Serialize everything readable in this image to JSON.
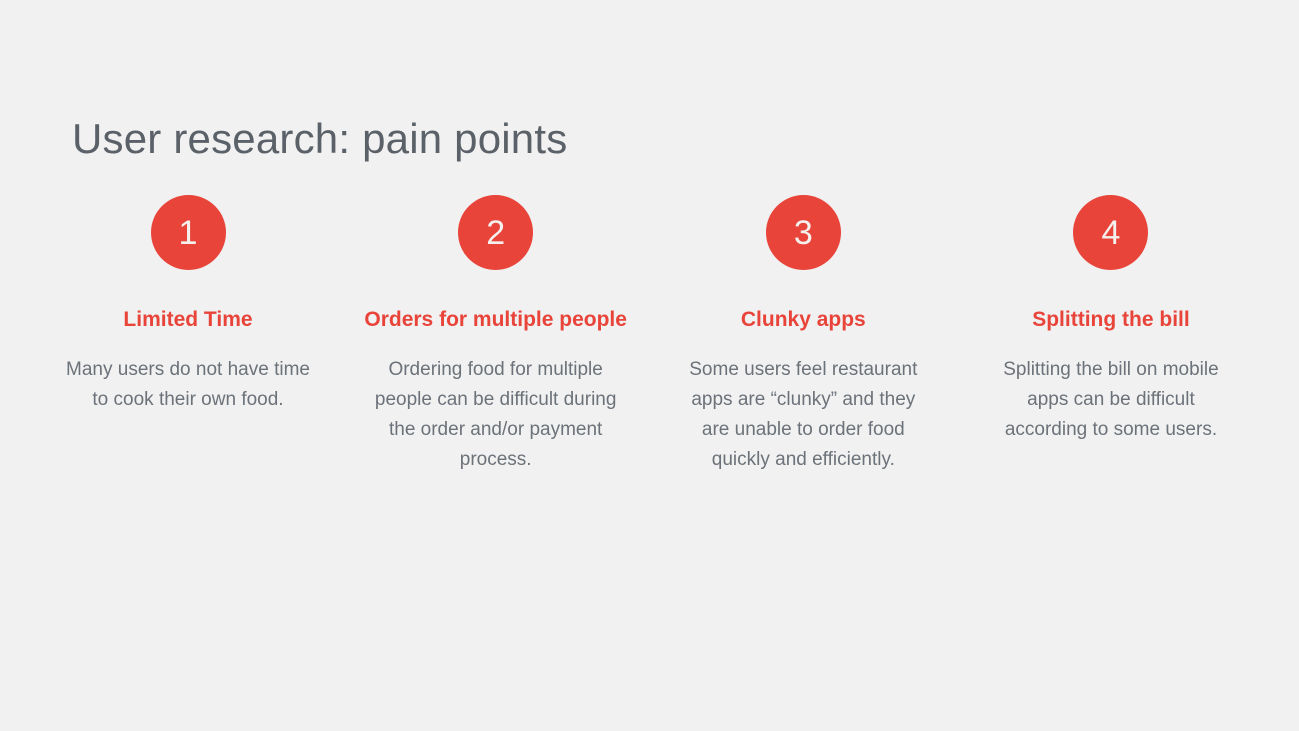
{
  "slide": {
    "title": "User research: pain points",
    "background_color": "#f1f1f1",
    "accent_color": "#e8443a",
    "title_color": "#5b6168",
    "body_color": "#6c7279"
  },
  "columns": [
    {
      "number": "1",
      "heading": "Limited Time",
      "body": "Many users do not have time to cook their own food."
    },
    {
      "number": "2",
      "heading": "Orders for multiple people",
      "body": "Ordering food for multiple people can be difficult during the order and/or payment process."
    },
    {
      "number": "3",
      "heading": "Clunky apps",
      "body": "Some users feel restaurant apps are “clunky” and they are unable to order food quickly and efficiently."
    },
    {
      "number": "4",
      "heading": "Splitting the bill",
      "body": "Splitting the bill on mobile apps can be difficult according to some users."
    }
  ]
}
